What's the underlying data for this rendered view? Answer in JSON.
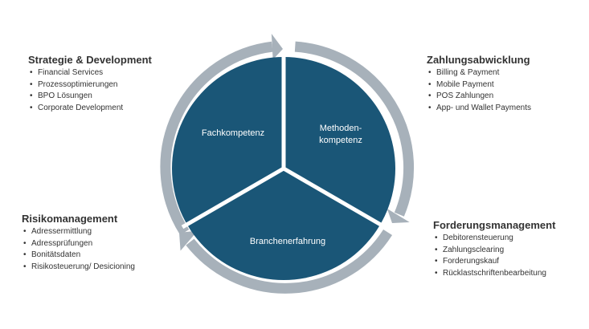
{
  "colors": {
    "segment": "#1a5677",
    "arrow_ring": "#a7b1ba",
    "divider": "#ffffff",
    "text": "#333333"
  },
  "segments": {
    "left": "Fachkompetenz",
    "right_line1": "Methoden-",
    "right_line2": "kompetenz",
    "bottom": "Branchenerfahrung"
  },
  "blocks": [
    {
      "title": "Strategie & Development",
      "items": [
        "Financial Services",
        "Prozessoptimierungen",
        "BPO Lösungen",
        "Corporate Development"
      ]
    },
    {
      "title": "Zahlungsabwicklung",
      "items": [
        "Billing & Payment",
        "Mobile Payment",
        "POS Zahlungen",
        "App- und Wallet Payments"
      ]
    },
    {
      "title": "Risikomanagement",
      "items": [
        "Adressermittlung",
        "Adressprüfungen",
        "Bonitätsdaten",
        "Risikosteuerung/ Desicioning"
      ]
    },
    {
      "title": "Forderungsmanagement",
      "items": [
        "Debitorensteuerung",
        "Zahlungsclearing",
        "Forderungskauf",
        "Rücklastschriftenbearbeitung"
      ]
    }
  ]
}
